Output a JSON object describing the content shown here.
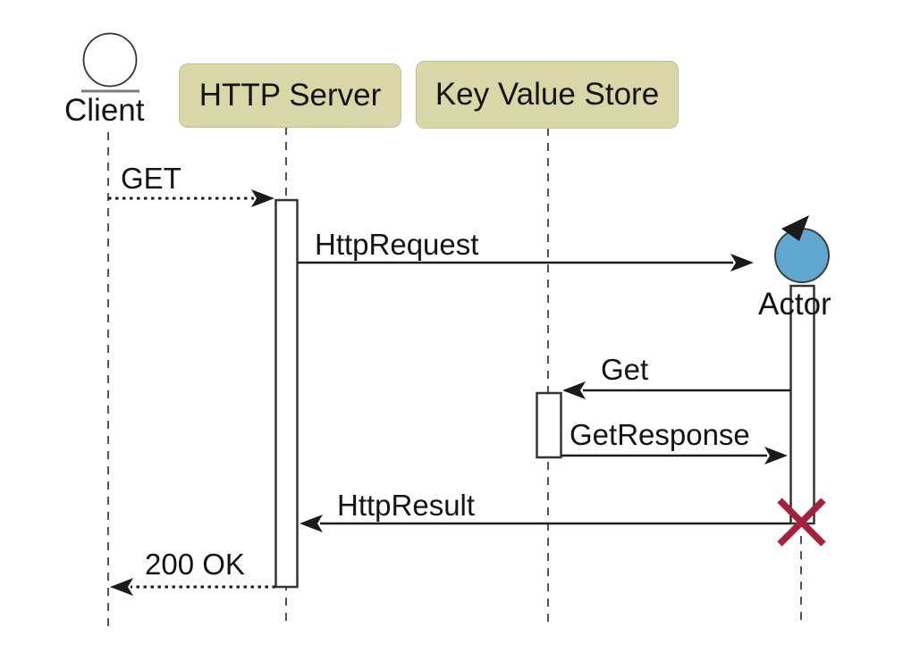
{
  "diagram": {
    "type": "uml-sequence-diagram",
    "background": "#FFFFFF"
  },
  "participants": {
    "client": {
      "label": "Client",
      "kind": "entity (circle over line)"
    },
    "http_server": {
      "label": "HTTP Server",
      "kind": "participant box"
    },
    "kvs": {
      "label": "Key Value Store",
      "kind": "participant box"
    },
    "actor": {
      "label": "Actor",
      "kind": "active object (blue circle with rotation arrow)"
    }
  },
  "messages": {
    "get": {
      "label": "GET",
      "from": "Client",
      "to": "HTTP Server",
      "style": "dotted"
    },
    "http_request": {
      "label": "HttpRequest",
      "from": "HTTP Server",
      "to": "Actor",
      "style": "solid"
    },
    "kv_get": {
      "label": "Get",
      "from": "Actor",
      "to": "Key Value Store",
      "style": "solid"
    },
    "kv_get_response": {
      "label": "GetResponse",
      "from": "Key Value Store",
      "to": "Actor",
      "style": "solid"
    },
    "http_result": {
      "label": "HttpResult",
      "from": "Actor",
      "to": "HTTP Server",
      "style": "solid"
    },
    "ok": {
      "label": "200 OK",
      "from": "HTTP Server",
      "to": "Client",
      "style": "dotted"
    }
  },
  "icons": {
    "client": "entity-circle-icon",
    "actor": "active-object-icon",
    "destroy": "destroy-x-icon"
  },
  "colors": {
    "participant_box": "#D9D6A8",
    "actor_fill": "#61A8D1",
    "destroy_x": "#A32041",
    "message_line": "#1A1A1A",
    "lifeline": "#555555",
    "activation_fill": "#FFFFFF",
    "activation_border": "#333333"
  }
}
